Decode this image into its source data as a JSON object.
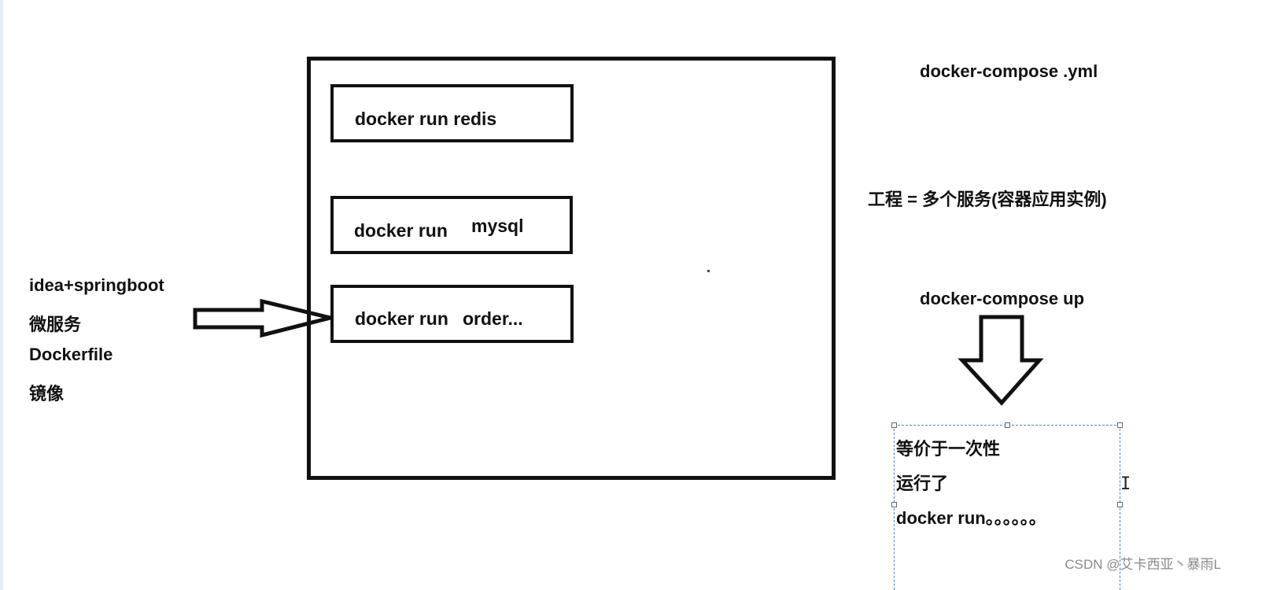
{
  "services": {
    "redis": "docker run redis",
    "mysql_cmd": "docker run",
    "mysql_name": "mysql",
    "order_cmd": "docker run",
    "order_name": "order..."
  },
  "left_notes": {
    "line1": "idea+springboot",
    "line2": "微服务",
    "line3": "Dockerfile",
    "line4": "镜像"
  },
  "right": {
    "compose_file": "docker-compose .yml",
    "project_def": "工程 = 多个服务(容器应用实例)",
    "compose_up": "docker-compose up"
  },
  "selection_text": {
    "line1": "等价于一次性",
    "line2": "运行了",
    "line3": "docker run。。。。。。"
  },
  "watermark": "CSDN @艾卡西亚丶暴雨L",
  "icons": {
    "right_arrow": "right-arrow-icon",
    "down_arrow": "down-arrow-icon",
    "text_cursor": "text-cursor-icon"
  }
}
